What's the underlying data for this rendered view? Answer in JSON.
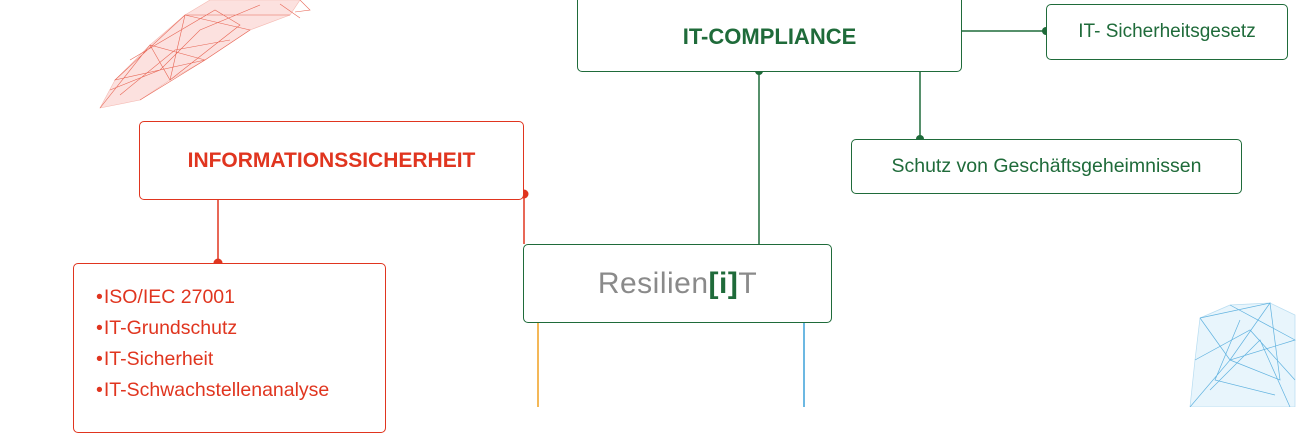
{
  "nodes": {
    "it_compliance": "IT-COMPLIANCE",
    "it_sicherheitsgesetz": "IT- Sicherheitsgesetz",
    "schutz": "Schutz von Geschäftsgeheimnissen",
    "informationssicherheit": "INFORMATIONSSICHERHEIT",
    "brand": {
      "prefix": "Resilien",
      "accent": "[i]",
      "suffix": "T"
    }
  },
  "list_items": [
    "ISO/IEC 27001",
    "IT-Grundschutz",
    "IT-Sicherheit",
    "IT-Schwachstellenanalyse"
  ],
  "colors": {
    "green": "#1f6b3a",
    "red": "#e0351f",
    "orange": "#f0a020",
    "blue": "#3aa0d8",
    "brand_grey": "#8a8a8a"
  },
  "decorations": [
    "red-polygon-mesh-illustration",
    "blue-polygon-mesh-illustration"
  ]
}
